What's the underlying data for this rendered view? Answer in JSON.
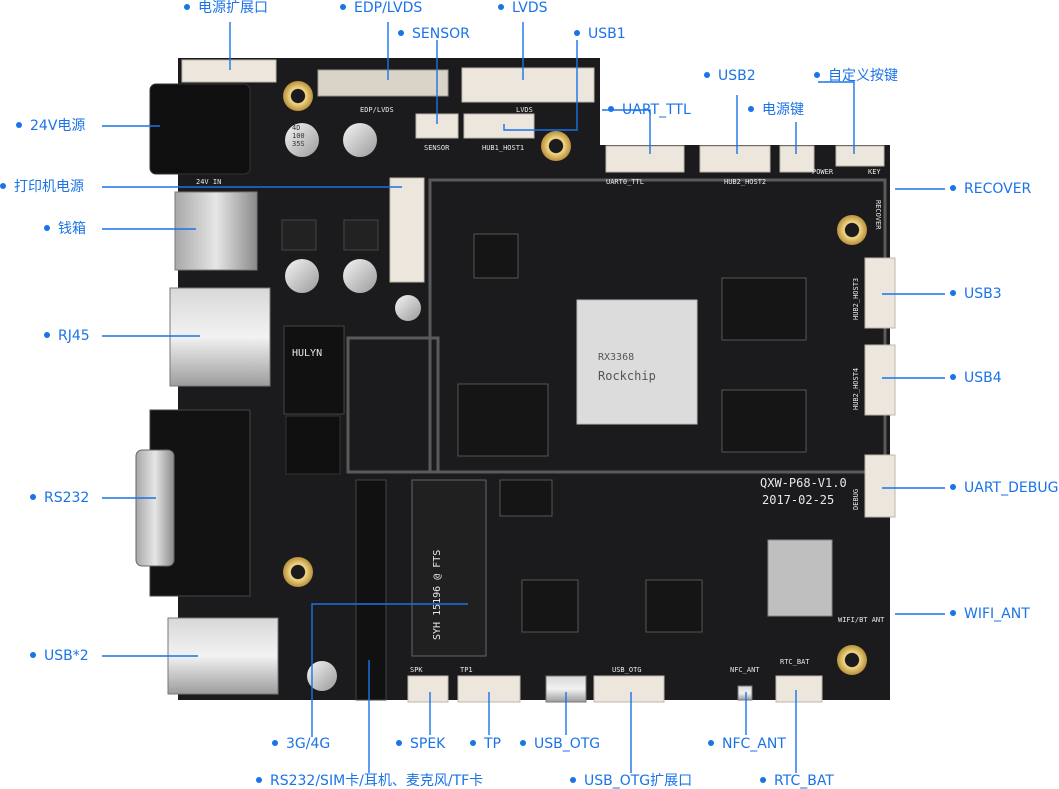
{
  "labels": {
    "power_ext": "电源扩展口",
    "edp_lvds": "EDP/LVDS",
    "lvds": "LVDS",
    "sensor": "SENSOR",
    "usb1": "USB1",
    "usb2": "USB2",
    "custom_key": "自定义按键",
    "uart_ttl": "UART_TTL",
    "power_key": "电源键",
    "v24_power": "24V电源",
    "printer_power": "打印机电源",
    "recover": "RECOVER",
    "cash_box": "钱箱",
    "usb3": "USB3",
    "rj45": "RJ45",
    "usb4": "USB4",
    "rs232": "RS232",
    "uart_debug": "UART_DEBUG",
    "wifi_ant": "WIFI_ANT",
    "usb_x2": "USB*2",
    "g34": "3G/4G",
    "spek": "SPEK",
    "tp": "TP",
    "usb_otg": "USB_OTG",
    "nfc_ant": "NFC_ANT",
    "rs232_sim": "RS232/SIM卡/耳机、麦克风/TF卡",
    "usb_otg_ext": "USB_OTG扩展口",
    "rtc_bat": "RTC_BAT"
  },
  "silkscreen": {
    "board_name": "QXW-P68-V1.0",
    "board_date": "2017-02-25",
    "chip_brand": "Rockchip",
    "chip_model": "RX3368",
    "lan_brand": "HULYN",
    "edp_silk": "EDP/LVDS",
    "lvds_silk": "LVDS",
    "sensor_silk": "SENSOR",
    "hub_host1": "HUB1_HOST1",
    "uart0_ttl": "UART0_TTL",
    "hub2_host2": "HUB2_HOST2",
    "power_silk": "POWER",
    "key_silk": "KEY",
    "recover_silk": "RECOVER",
    "hub2_host3": "HUB2_HOST3",
    "hub2_host4": "HUB2_HOST4",
    "debug_silk": "DEBUG",
    "wifi_bt_ant": "WIFI/BT ANT",
    "spk_silk": "SPK",
    "tp1_silk": "TP1",
    "usb_otg_silk": "USB_OTG",
    "nfc_ant_silk": "NFC_ANT",
    "rtc_bat_silk": "RTC_BAT",
    "v24_in": "24V IN",
    "sim_slot": "SYH 15196 @ FTS",
    "cap_a": "35S",
    "cap_b": "100",
    "cap_c": "4D"
  },
  "colors": {
    "label_blue": "#1a73e8",
    "board": "#1b1b1d",
    "connector": "#ece6dc"
  }
}
